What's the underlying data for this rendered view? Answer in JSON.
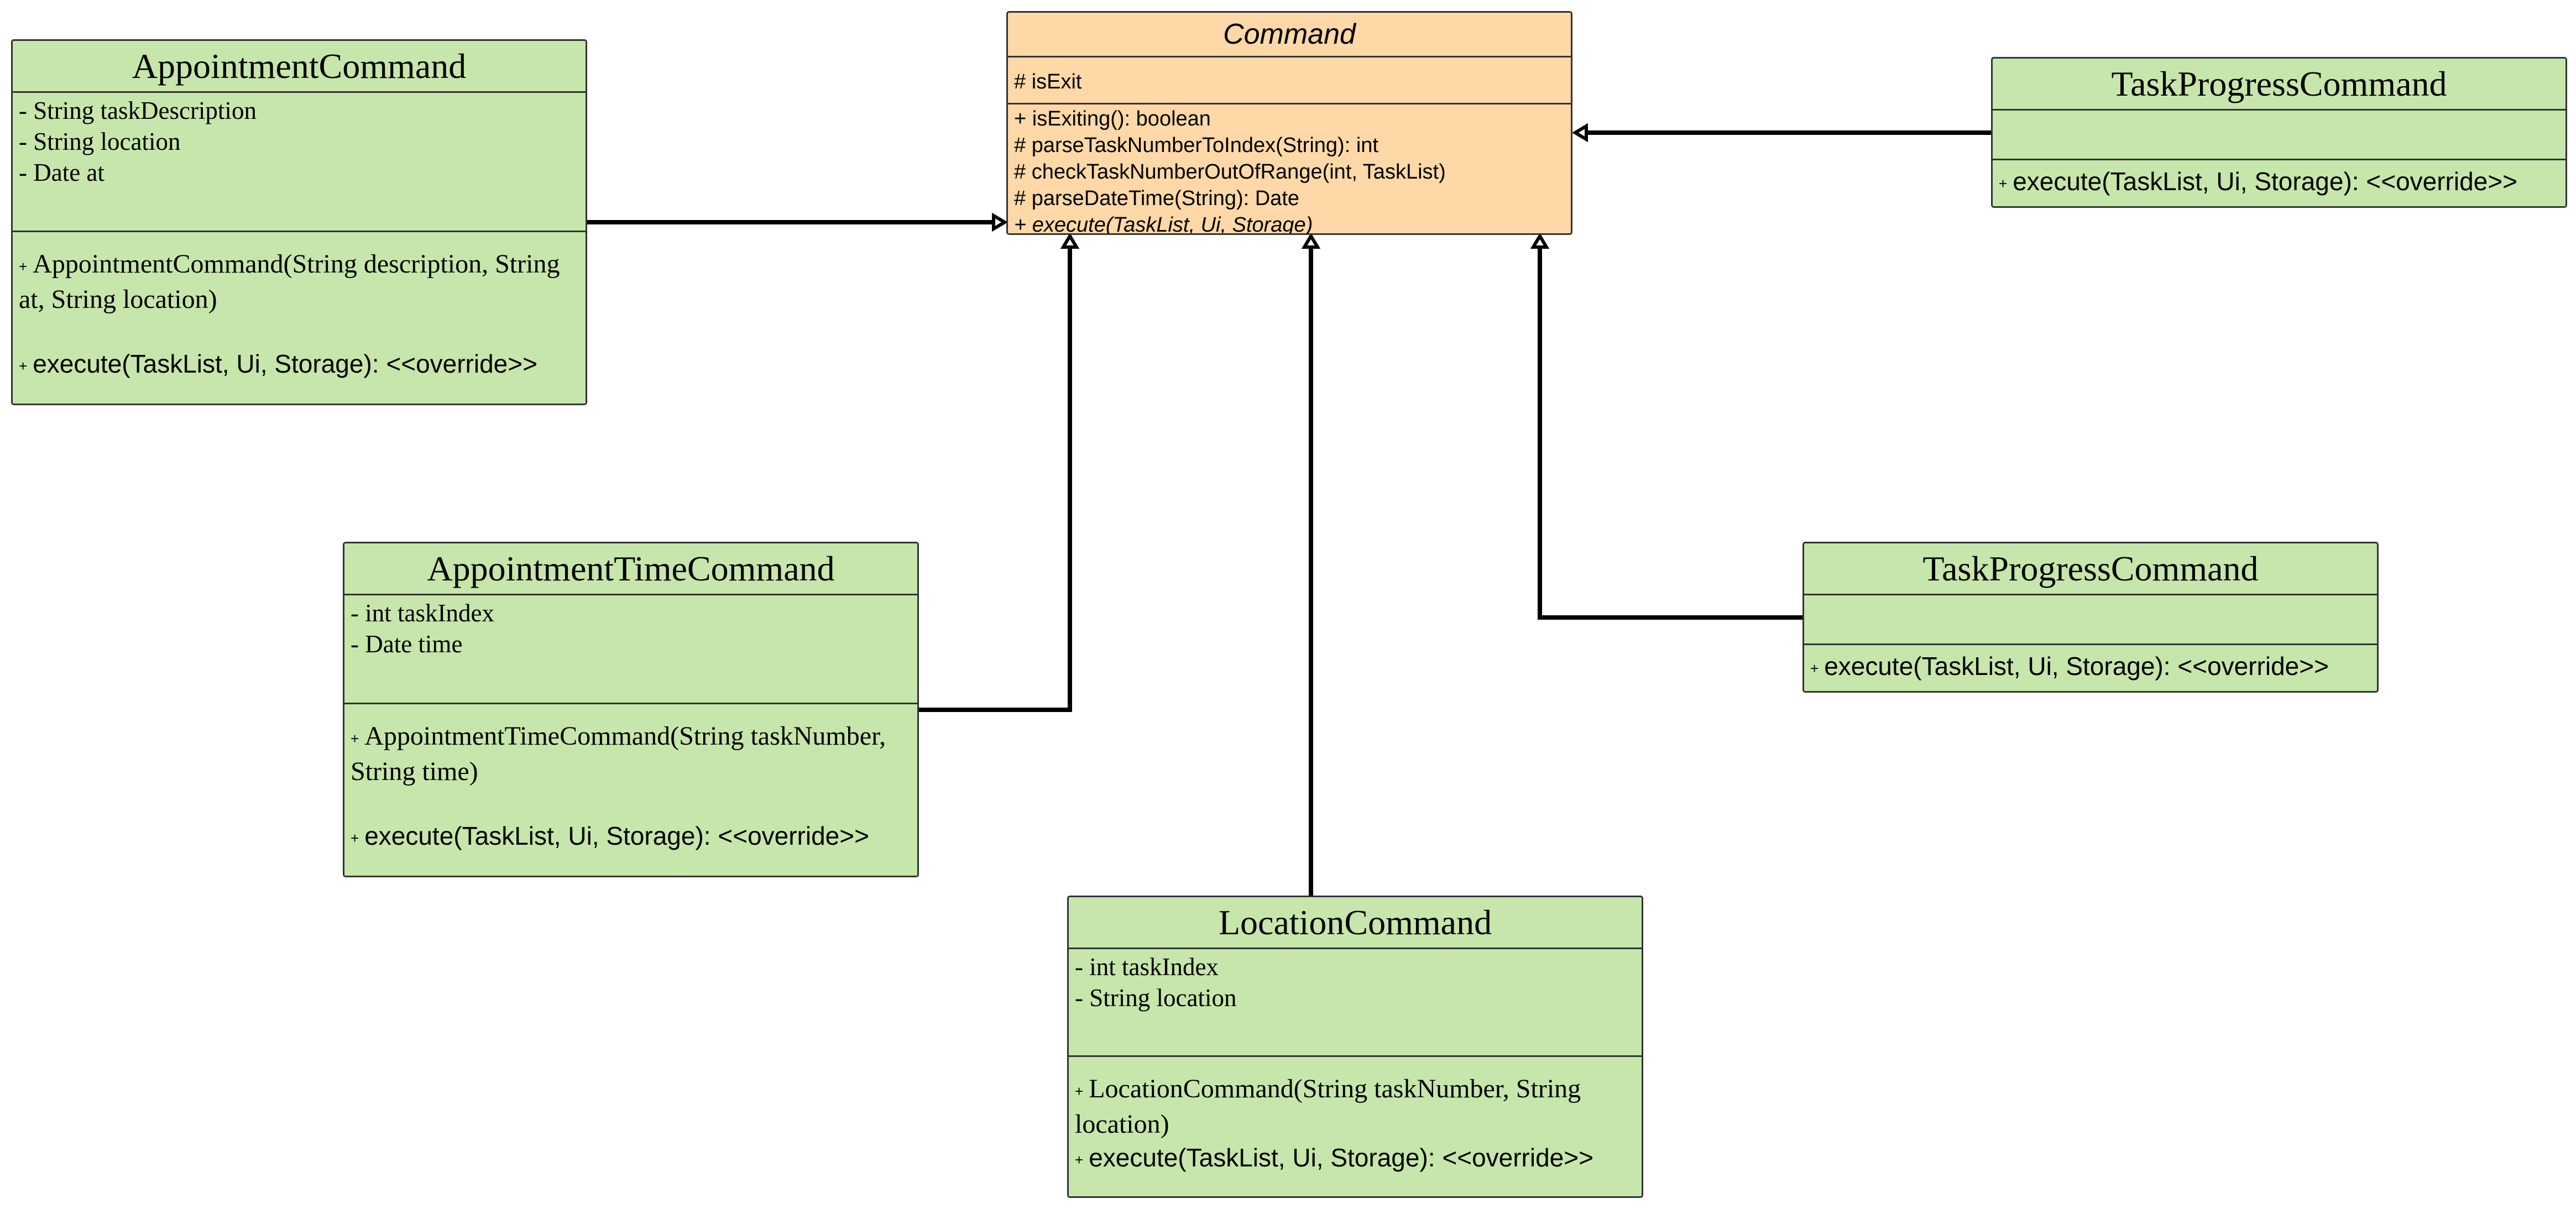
{
  "diagram": {
    "command": {
      "name": "Command",
      "fields": [
        "# isExit"
      ],
      "methods": [
        "+ isExiting(): boolean",
        "# parseTaskNumberToIndex(String): int",
        "# checkTaskNumberOutOfRange(int, TaskList)",
        "# parseDateTime(String): Date",
        "+ execute(TaskList, Ui, Storage)"
      ]
    },
    "appointment_command": {
      "name": "AppointmentCommand",
      "fields": [
        "- String taskDescription",
        "- String location",
        "- Date at"
      ],
      "constructor_line1": "AppointmentCommand(String description, String",
      "constructor_line2": "at, String location)",
      "execute": "execute(TaskList, Ui, Storage): <<override>>"
    },
    "appointment_time_command": {
      "name": "AppointmentTimeCommand",
      "fields": [
        "- int taskIndex",
        "- Date time"
      ],
      "constructor_line1": "AppointmentTimeCommand(String taskNumber,",
      "constructor_line2": "String time)",
      "execute": "execute(TaskList, Ui, Storage): <<override>>"
    },
    "location_command": {
      "name": "LocationCommand",
      "fields": [
        "- int taskIndex",
        "- String location"
      ],
      "constructor_line1": "LocationCommand(String taskNumber, String",
      "constructor_line2": "location)",
      "execute": "execute(TaskList, Ui, Storage): <<override>>"
    },
    "task_progress_command_top": {
      "name": "TaskProgressCommand",
      "execute": "execute(TaskList, Ui, Storage): <<override>>"
    },
    "task_progress_command_mid": {
      "name": "TaskProgressCommand",
      "execute": "execute(TaskList, Ui, Storage): <<override>>"
    },
    "visibility_public": "+",
    "colors": {
      "abstract_fill": "#fed8a6",
      "concrete_fill": "#c6e6ab",
      "border": "#333333",
      "edge": "#000000"
    }
  }
}
